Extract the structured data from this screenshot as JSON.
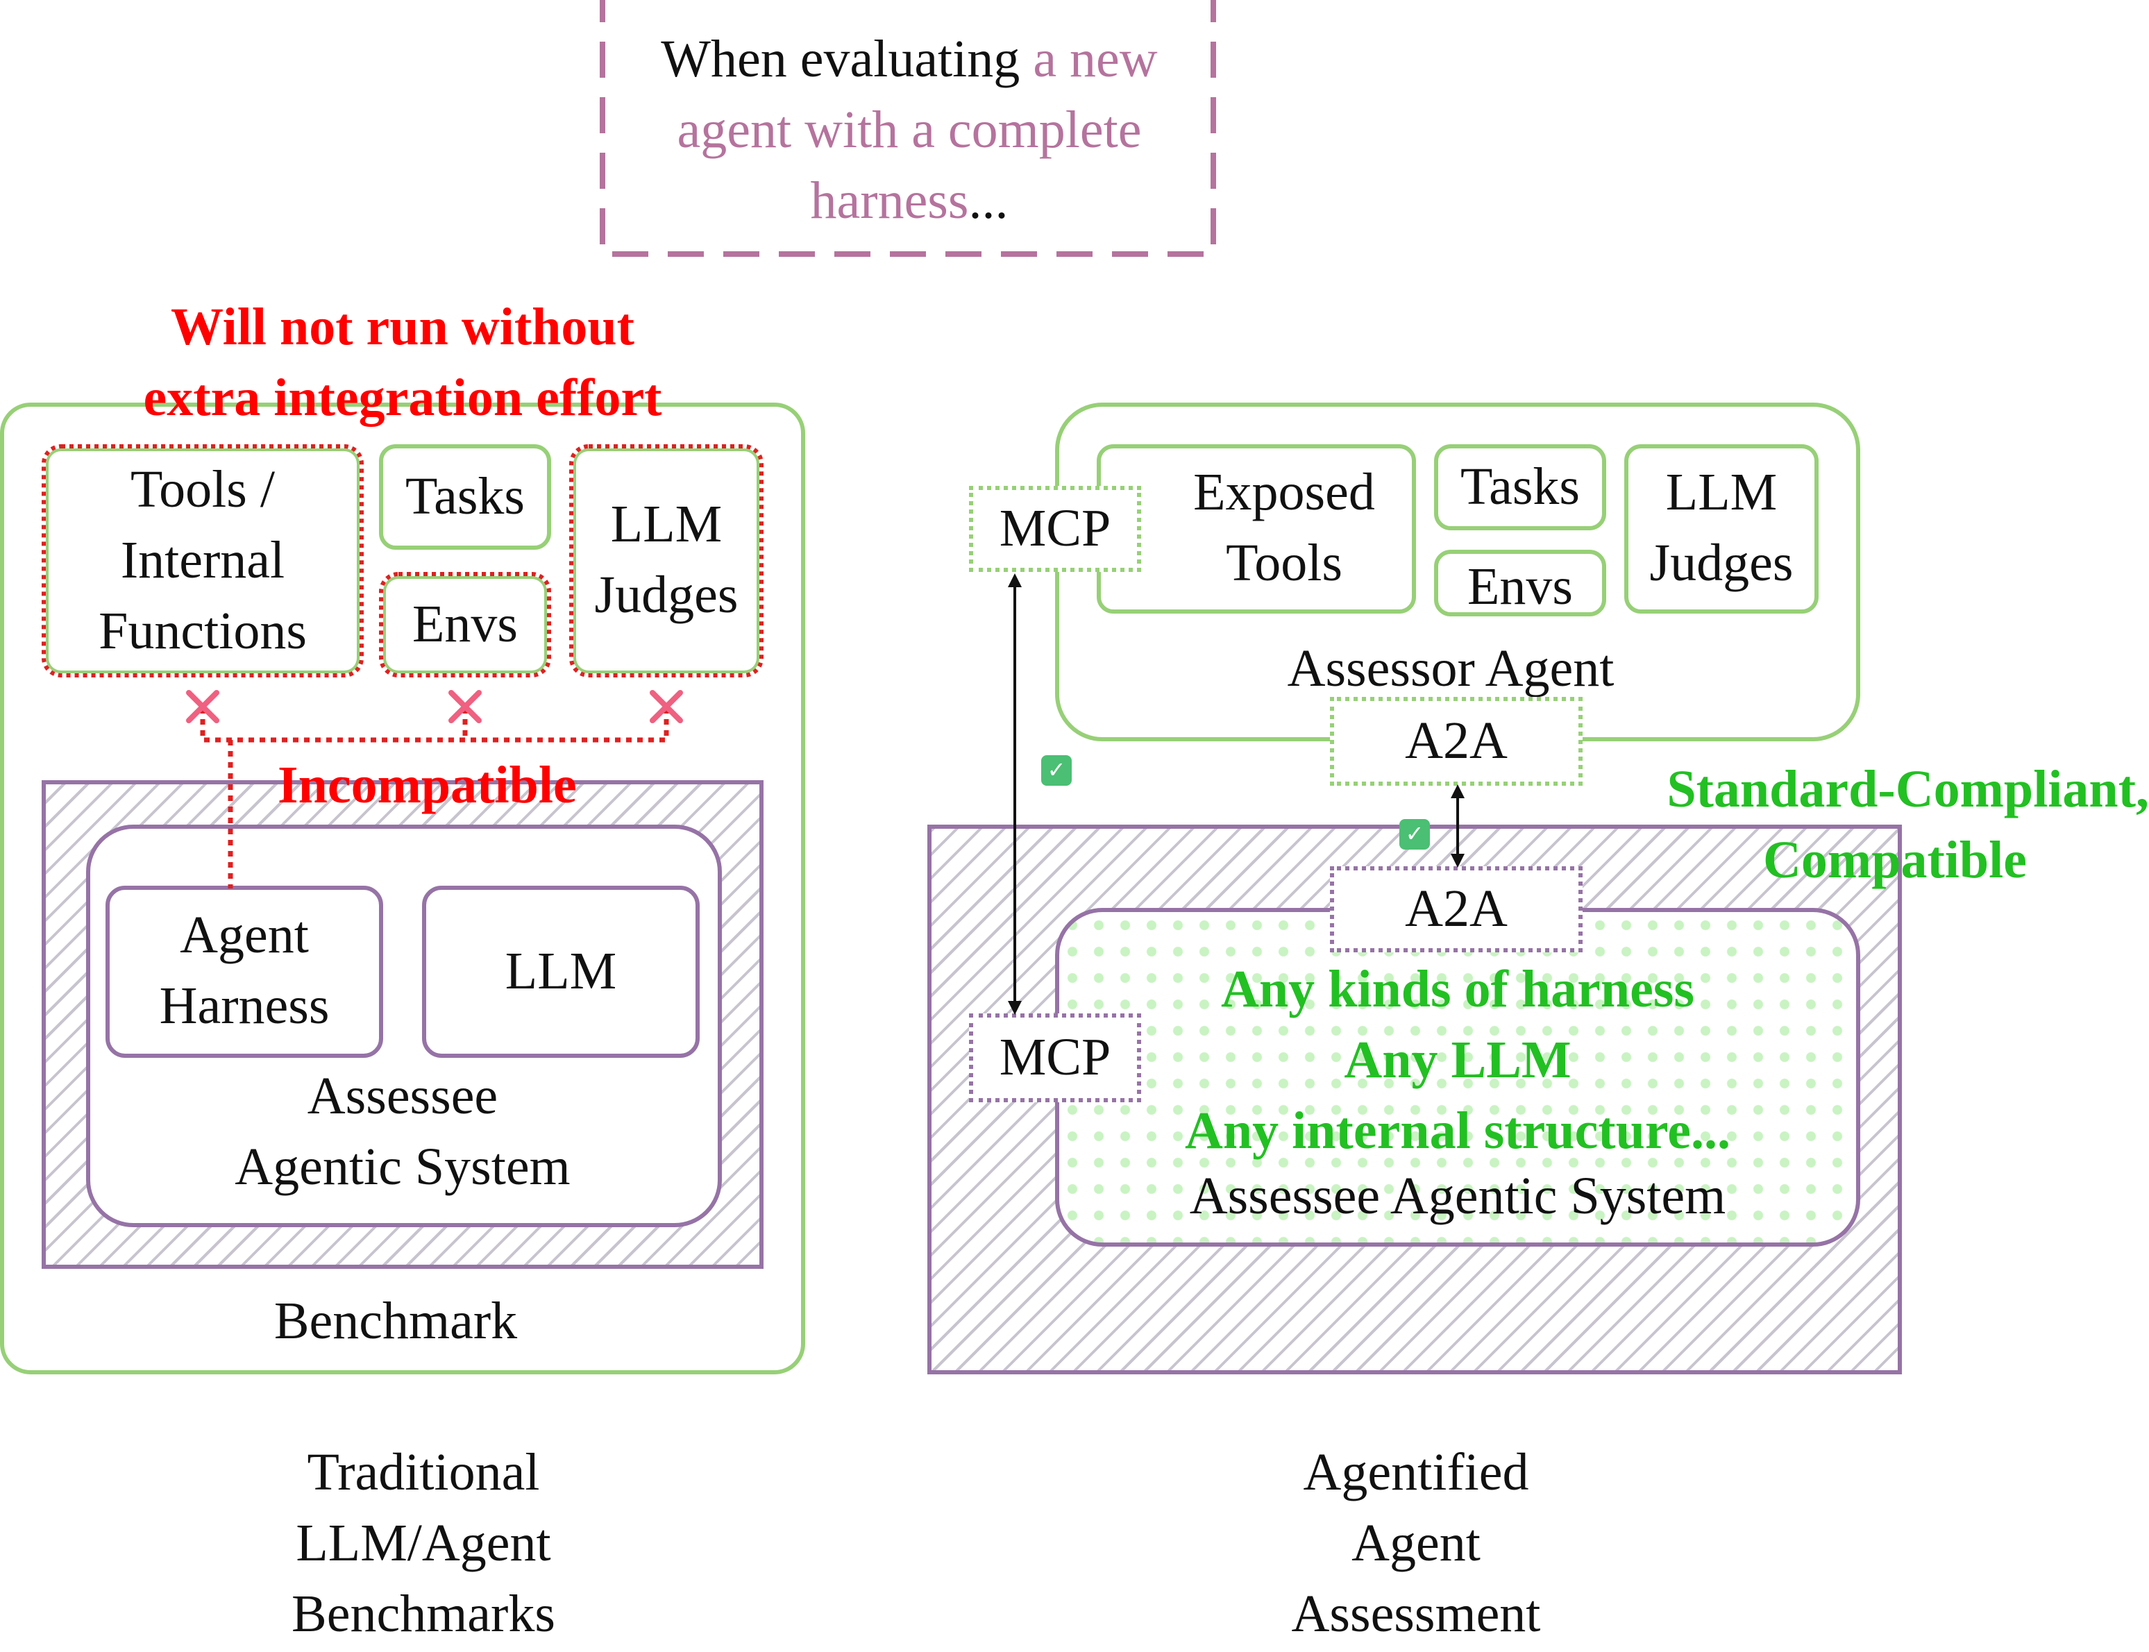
{
  "note": {
    "prefix": "When evaluating ",
    "highlight": "a new agent with a complete harness",
    "suffix": "...",
    "highlight_color": "#b5739d"
  },
  "left": {
    "warning": [
      "Will not run without",
      "extra integration effort"
    ],
    "tools_label": [
      "Tools /",
      "Internal",
      "Functions"
    ],
    "tasks_label": "Tasks",
    "envs_label": "Envs",
    "judges_label": [
      "LLM",
      "Judges"
    ],
    "incompatible_label": "Incompatible",
    "harness_label": [
      "Agent",
      "Harness"
    ],
    "llm_label": "LLM",
    "assessee_label": [
      "Assessee",
      "Agentic System"
    ],
    "benchmark_label": "Benchmark",
    "caption": [
      "Traditional",
      "LLM/Agent",
      "Benchmarks"
    ]
  },
  "right": {
    "mcp_top": "MCP",
    "exposed_tools_label": [
      "Exposed",
      "Tools"
    ],
    "tasks_label": "Tasks",
    "envs_label": "Envs",
    "judges_label": [
      "LLM",
      "Judges"
    ],
    "assessor_label": "Assessor Agent",
    "a2a_top": "A2A",
    "compliant_label": [
      "Standard-Compliant,",
      "Compatible"
    ],
    "a2a_bottom": "A2A",
    "mcp_bottom": "MCP",
    "any_lines": [
      "Any kinds of harness",
      "Any LLM",
      "Any internal structure..."
    ],
    "assessee_label": "Assessee Agentic System",
    "caption": [
      "Agentified",
      "Agent",
      "Assessment"
    ]
  },
  "icons": {
    "cross": "cross-icon",
    "check": "check-icon"
  },
  "colors": {
    "green": "#97d077",
    "purple": "#9673a6",
    "red": "#ff0000",
    "bright_green": "#22c022",
    "pink": "#b5739d"
  }
}
